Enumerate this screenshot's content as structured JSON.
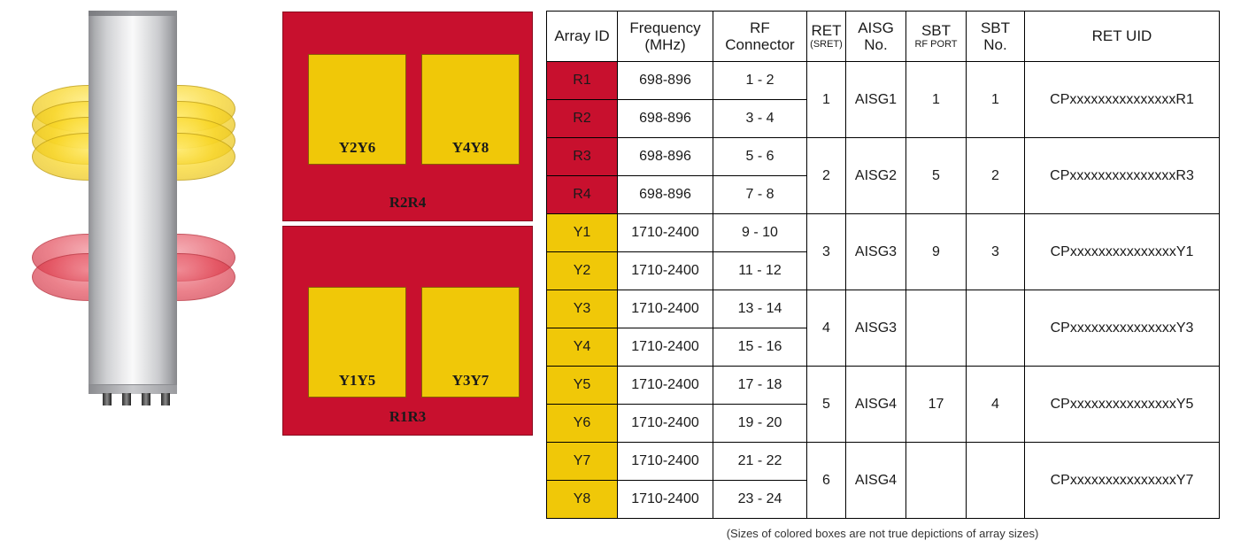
{
  "figure": {
    "antenna": {
      "name": "base-station-antenna-radome",
      "connector_count": 4,
      "yellow_beam_disc_count": 8,
      "red_beam_disc_count": 4,
      "yellow_color": "#f0c808",
      "red_color": "#c8102e"
    },
    "array_boxes": [
      {
        "label": "R2R4",
        "color": "#c8102e",
        "sub_boxes": [
          {
            "label": "Y2Y6",
            "color": "#f0c808"
          },
          {
            "label": "Y4Y8",
            "color": "#f0c808"
          }
        ]
      },
      {
        "label": "R1R3",
        "color": "#c8102e",
        "sub_boxes": [
          {
            "label": "Y1Y5",
            "color": "#f0c808"
          },
          {
            "label": "Y3Y7",
            "color": "#f0c808"
          }
        ]
      }
    ],
    "caption": "(Sizes of colored boxes are not true depictions of array sizes)"
  },
  "table": {
    "headers": [
      {
        "line1": "Array ID",
        "line2": ""
      },
      {
        "line1": "Frequency",
        "line2": "(MHz)"
      },
      {
        "line1": "RF",
        "line2": "Connector"
      },
      {
        "line1": "RET",
        "line2": "(SRET)",
        "line2_small": true
      },
      {
        "line1": "AISG",
        "line2": "No."
      },
      {
        "line1": "SBT",
        "line2": "RF PORT",
        "line2_small": true
      },
      {
        "line1": "SBT",
        "line2": "No."
      },
      {
        "line1": "RET UID",
        "line2": ""
      }
    ],
    "rows": [
      {
        "array_id": "R1",
        "id_color": "red",
        "frequency": "698-896",
        "rf_connector": "1 - 2"
      },
      {
        "array_id": "R2",
        "id_color": "red",
        "frequency": "698-896",
        "rf_connector": "3 - 4"
      },
      {
        "array_id": "R3",
        "id_color": "red",
        "frequency": "698-896",
        "rf_connector": "5 - 6"
      },
      {
        "array_id": "R4",
        "id_color": "red",
        "frequency": "698-896",
        "rf_connector": "7 - 8"
      },
      {
        "array_id": "Y1",
        "id_color": "yellow",
        "frequency": "1710-2400",
        "rf_connector": "9 - 10"
      },
      {
        "array_id": "Y2",
        "id_color": "yellow",
        "frequency": "1710-2400",
        "rf_connector": "11 - 12"
      },
      {
        "array_id": "Y3",
        "id_color": "yellow",
        "frequency": "1710-2400",
        "rf_connector": "13 - 14"
      },
      {
        "array_id": "Y4",
        "id_color": "yellow",
        "frequency": "1710-2400",
        "rf_connector": "15 - 16"
      },
      {
        "array_id": "Y5",
        "id_color": "yellow",
        "frequency": "1710-2400",
        "rf_connector": "17 - 18"
      },
      {
        "array_id": "Y6",
        "id_color": "yellow",
        "frequency": "1710-2400",
        "rf_connector": "19 - 20"
      },
      {
        "array_id": "Y7",
        "id_color": "yellow",
        "frequency": "1710-2400",
        "rf_connector": "21 - 22"
      },
      {
        "array_id": "Y8",
        "id_color": "yellow",
        "frequency": "1710-2400",
        "rf_connector": "23 - 24"
      }
    ],
    "groups": [
      {
        "ret": "1",
        "aisg": "AISG1",
        "sbt_rf_port": "1",
        "sbt_no": "1",
        "ret_uid": "CPxxxxxxxxxxxxxxxR1"
      },
      {
        "ret": "2",
        "aisg": "AISG2",
        "sbt_rf_port": "5",
        "sbt_no": "2",
        "ret_uid": "CPxxxxxxxxxxxxxxxR3"
      },
      {
        "ret": "3",
        "aisg": "AISG3",
        "sbt_rf_port": "9",
        "sbt_no": "3",
        "ret_uid": "CPxxxxxxxxxxxxxxxY1"
      },
      {
        "ret": "4",
        "aisg": "AISG3",
        "sbt_rf_port": "",
        "sbt_no": "",
        "ret_uid": "CPxxxxxxxxxxxxxxxY3"
      },
      {
        "ret": "5",
        "aisg": "AISG4",
        "sbt_rf_port": "17",
        "sbt_no": "4",
        "ret_uid": "CPxxxxxxxxxxxxxxxY5"
      },
      {
        "ret": "6",
        "aisg": "AISG4",
        "sbt_rf_port": "",
        "sbt_no": "",
        "ret_uid": "CPxxxxxxxxxxxxxxxY7"
      }
    ]
  }
}
